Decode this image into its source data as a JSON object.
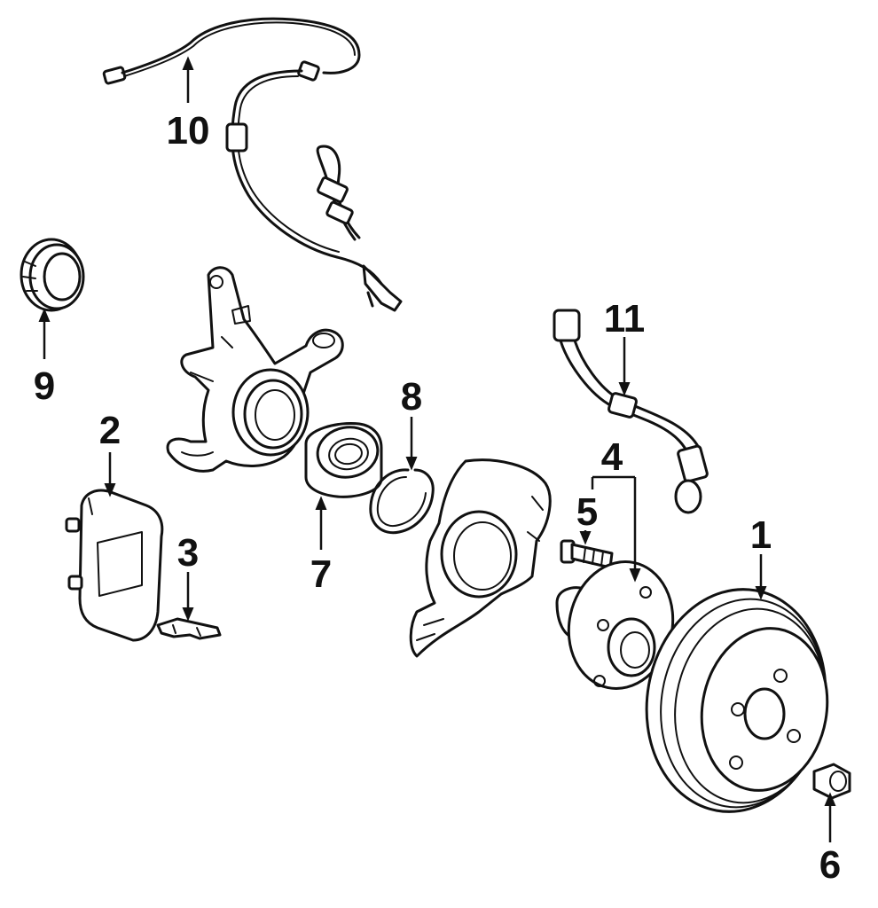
{
  "callouts": [
    {
      "id": "1",
      "label": "1",
      "part": "brake-rotor"
    },
    {
      "id": "2",
      "label": "2",
      "part": "caliper"
    },
    {
      "id": "3",
      "label": "3",
      "part": "pad-clip"
    },
    {
      "id": "4",
      "label": "4",
      "part": "hub-assembly"
    },
    {
      "id": "5",
      "label": "5",
      "part": "hub-bolt"
    },
    {
      "id": "6",
      "label": "6",
      "part": "axle-nut"
    },
    {
      "id": "7",
      "label": "7",
      "part": "wheel-bearing"
    },
    {
      "id": "8",
      "label": "8",
      "part": "snap-ring"
    },
    {
      "id": "9",
      "label": "9",
      "part": "seal"
    },
    {
      "id": "10",
      "label": "10",
      "part": "abs-sensor"
    },
    {
      "id": "11",
      "label": "11",
      "part": "brake-hose"
    }
  ],
  "colors": {
    "ink": "#111111",
    "paper": "#ffffff"
  }
}
